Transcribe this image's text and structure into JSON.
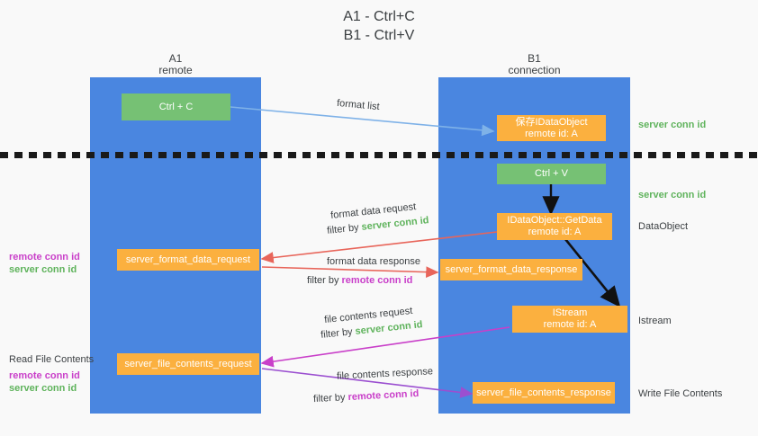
{
  "title": "A1 - Ctrl+C\nB1 - Ctrl+V",
  "colors": {
    "column": "#4a86e0",
    "green_box": "#76c174",
    "orange_box": "#fbb03f",
    "server_conn_id": "#5fb35c",
    "remote_conn_id": "#c93fc9",
    "background": "#f9f9f9",
    "text": "#3c4043",
    "arrow_blue": "#7fb2e8",
    "arrow_red": "#e8655a",
    "arrow_magenta": "#c93fc9",
    "arrow_purple": "#9b4fd0",
    "arrow_black": "#111111",
    "dash_line": "#1a1a1a"
  },
  "columns": [
    {
      "id": "a1",
      "name": "A1",
      "sub": "remote"
    },
    {
      "id": "b1",
      "name": "B1",
      "sub": "connection"
    }
  ],
  "boxes": [
    {
      "id": "ctrl-c",
      "style": "green",
      "line1": "Ctrl + C",
      "line2": ""
    },
    {
      "id": "save-idataobject",
      "style": "orange",
      "line1": "保存IDataObject",
      "line2": "remote id: A"
    },
    {
      "id": "ctrl-v",
      "style": "green",
      "line1": "Ctrl + V",
      "line2": ""
    },
    {
      "id": "idataobject-getdata",
      "style": "orange",
      "line1": "IDataObject::GetData",
      "line2": "remote id: A"
    },
    {
      "id": "server-format-data-request",
      "style": "orange",
      "line1": "server_format_data_request",
      "line2": ""
    },
    {
      "id": "server-format-data-response",
      "style": "orange",
      "line1": "server_format_data_response",
      "line2": ""
    },
    {
      "id": "istream",
      "style": "orange",
      "line1": "IStream",
      "line2": "remote id: A"
    },
    {
      "id": "server-file-contents-request",
      "style": "orange",
      "line1": "server_file_contents_request",
      "line2": ""
    },
    {
      "id": "server-file-contents-response",
      "style": "orange",
      "line1": "server_file_contents_response",
      "line2": ""
    }
  ],
  "edge_labels": {
    "format_list": "format list",
    "format_data_request": "format data request",
    "format_data_request_filter_prefix": "filter by ",
    "format_data_request_filter_value": "server conn id",
    "format_data_response": "format data response",
    "format_data_response_filter_prefix": "filter by ",
    "format_data_response_filter_value": "remote conn id",
    "file_contents_request": "file contents request",
    "file_contents_request_filter_prefix": "filter by ",
    "file_contents_request_filter_value": "server conn id",
    "file_contents_response": "file contents response",
    "file_contents_response_filter_prefix": "filter by ",
    "file_contents_response_filter_value": "remote conn id"
  },
  "right_labels": {
    "server_conn_id_top": "server conn id",
    "server_conn_id_mid": "server conn id",
    "data_object": "DataObject",
    "istream": "Istream",
    "write_file_contents": "Write File Contents"
  },
  "left_labels": {
    "remote_conn_id_1": "remote conn id",
    "server_conn_id_1": "server conn id",
    "read_file_contents": "Read File Contents",
    "remote_conn_id_2": "remote conn id",
    "server_conn_id_2": "server conn id"
  }
}
